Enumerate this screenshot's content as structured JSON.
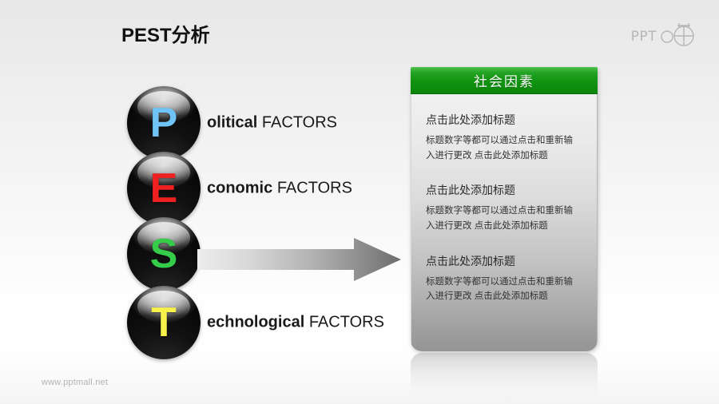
{
  "header": {
    "title": "PEST分析",
    "logo_text": "PPT",
    "logo_icon": "globe-crosshair-icon"
  },
  "pest": {
    "items": [
      {
        "letter": "P",
        "letter_color": "#6fc4f5",
        "lead": "olitical",
        "tail": "FACTORS",
        "sphere_name": "sphere-political"
      },
      {
        "letter": "E",
        "letter_color": "#ee2020",
        "lead": "conomic",
        "tail": "FACTORS",
        "sphere_name": "sphere-economic"
      },
      {
        "letter": "S",
        "letter_color": "#35cc4a",
        "lead": "",
        "tail": "",
        "sphere_name": "sphere-social"
      },
      {
        "letter": "T",
        "letter_color": "#f7f24a",
        "lead": "echnological",
        "tail": "FACTORS",
        "sphere_name": "sphere-technological"
      }
    ]
  },
  "arrow": {
    "name": "right-arrow-icon",
    "gradient_from": "#e9e9e9",
    "gradient_to": "#6f6f6f"
  },
  "panel": {
    "header_title": "社会因素",
    "header_color": "#119411",
    "blocks": [
      {
        "title": "点击此处添加标题",
        "line1": "标题数字等都可以通过点击和重新输",
        "line2": "入进行更改 点击此处添加标题"
      },
      {
        "title": "点击此处添加标题",
        "line1": "标题数字等都可以通过点击和重新输",
        "line2": "入进行更改 点击此处添加标题"
      },
      {
        "title": "点击此处添加标题",
        "line1": "标题数字等都可以通过点击和重新输",
        "line2": "入进行更改 点击此处添加标题"
      }
    ]
  },
  "footer": {
    "url": "www.pptmall.net"
  }
}
